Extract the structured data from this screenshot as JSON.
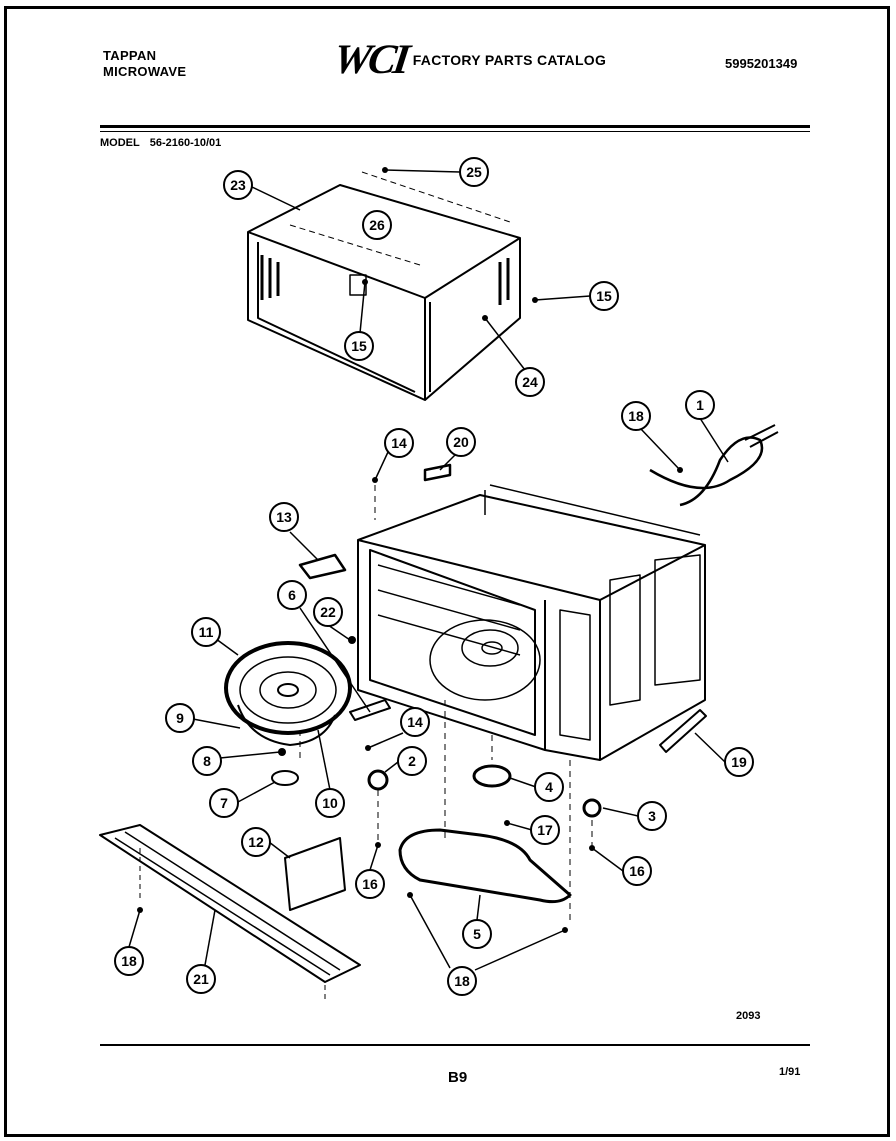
{
  "header": {
    "brand_line1": "TAPPAN",
    "brand_line2": "MICROWAVE",
    "logo_text": "WCI",
    "catalog_title": "FACTORY PARTS CATALOG",
    "catalog_number": "5995201349"
  },
  "model": {
    "label": "MODEL",
    "number": "56-2160-10/01"
  },
  "diagram": {
    "callouts": [
      "25",
      "23",
      "26",
      "15",
      "15",
      "24",
      "18",
      "1",
      "14",
      "20",
      "13",
      "6",
      "22",
      "11",
      "9",
      "14",
      "8",
      "2",
      "4",
      "7",
      "10",
      "3",
      "12",
      "17",
      "16",
      "19",
      "16",
      "18",
      "5",
      "21",
      "18"
    ]
  },
  "footer": {
    "figure_number": "2093",
    "page": "B9",
    "date": "1/91"
  }
}
